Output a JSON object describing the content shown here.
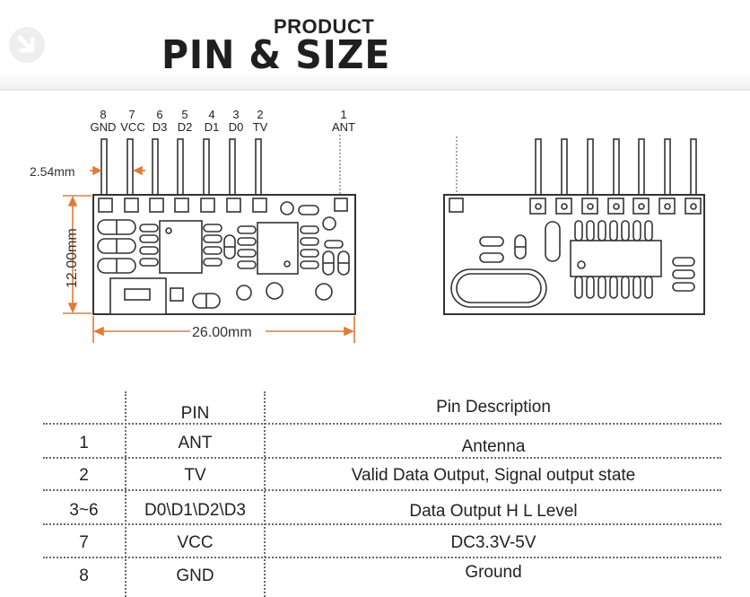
{
  "header": {
    "title_small": "PRODUCT",
    "title_big": "PIN & SIZE",
    "logo_icon": "circle-arrow-logo-icon"
  },
  "diagram": {
    "pins": [
      {
        "number": "8",
        "label": "GND"
      },
      {
        "number": "7",
        "label": "VCC"
      },
      {
        "number": "6",
        "label": "D3"
      },
      {
        "number": "5",
        "label": "D2"
      },
      {
        "number": "4",
        "label": "D1"
      },
      {
        "number": "3",
        "label": "D0"
      },
      {
        "number": "2",
        "label": "TV"
      },
      {
        "number": "1",
        "label": "ANT"
      }
    ],
    "pitch_label": "2.54mm",
    "height_label": "12.00mm",
    "width_label": "26.00mm",
    "dimension_color": "#e07b39"
  },
  "table": {
    "headers": {
      "pin_no": "",
      "pin": "PIN",
      "description": "Pin Description"
    },
    "rows": [
      {
        "no": "1",
        "pin": "ANT",
        "description": "Antenna"
      },
      {
        "no": "2",
        "pin": "TV",
        "description": "Valid Data Output, Signal output state"
      },
      {
        "no": "3~6",
        "pin": "D0\\D1\\D2\\D3",
        "description": "Data Output H L Level"
      },
      {
        "no": "7",
        "pin": "VCC",
        "description": "DC3.3V-5V"
      },
      {
        "no": "8",
        "pin": "GND",
        "description": "Ground"
      }
    ]
  }
}
